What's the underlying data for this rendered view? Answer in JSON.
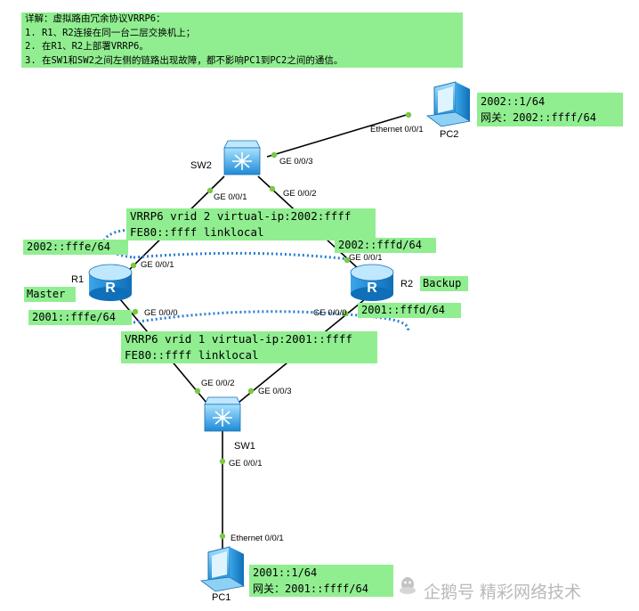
{
  "notes": {
    "title": "详解：虚拟路由冗余协议VRRP6：",
    "line1": "1. R1、R2连接在同一台二层交换机上；",
    "line2": "2. 在R1、R2上部署VRRP6。",
    "line3": "3. 在SW1和SW2之间左侧的链路出现故障，都不影响PC1到PC2之间的通信。"
  },
  "devices": {
    "pc2": "PC2",
    "sw2": "SW2",
    "r1": "R1",
    "r2": "R2",
    "sw1": "SW1",
    "pc1": "PC1"
  },
  "roles": {
    "master": "Master",
    "backup": "Backup"
  },
  "ports": {
    "pc2_eth": "Ethernet 0/0/1",
    "sw2_g3": "GE 0/0/3",
    "sw2_g1": "GE 0/0/1",
    "sw2_g2": "GE 0/0/2",
    "r1_g1": "GE 0/0/1",
    "r2_g1": "GE 0/0/1",
    "r1_g0": "GE 0/0/0",
    "r2_g0": "GE 0/0/0",
    "sw1_g2": "GE 0/0/2",
    "sw1_g3": "GE 0/0/3",
    "sw1_g1": "GE 0/0/1",
    "pc1_eth": "Ethernet 0/0/1"
  },
  "addresses": {
    "pc2_ip": "2002::1/64",
    "pc2_gw": "网关：2002::ffff/64",
    "vrid2_line1": "VRRP6 vrid 2 virtual-ip:2002:ffff",
    "vrid2_line2": "FE80::ffff linklocal",
    "r1_up": "2002::fffe/64",
    "r2_up": "2002::fffd/64",
    "r1_down": "2001::fffe/64",
    "r2_down": "2001::fffd/64",
    "vrid1_line1": "VRRP6 vrid 1 virtual-ip:2001::ffff",
    "vrid1_line2": "FE80::ffff linklocal",
    "pc1_ip": "2001::1/64",
    "pc1_gw": "网关：2001::ffff/64"
  },
  "watermark": "企鹅号 精彩网络技术",
  "colors": {
    "note_bg": "#90ee90",
    "link": "#000000",
    "port_dot": "#7ac943",
    "vrrp_dash": "#2a7fd4",
    "device_blue": "#1e8ad6"
  }
}
